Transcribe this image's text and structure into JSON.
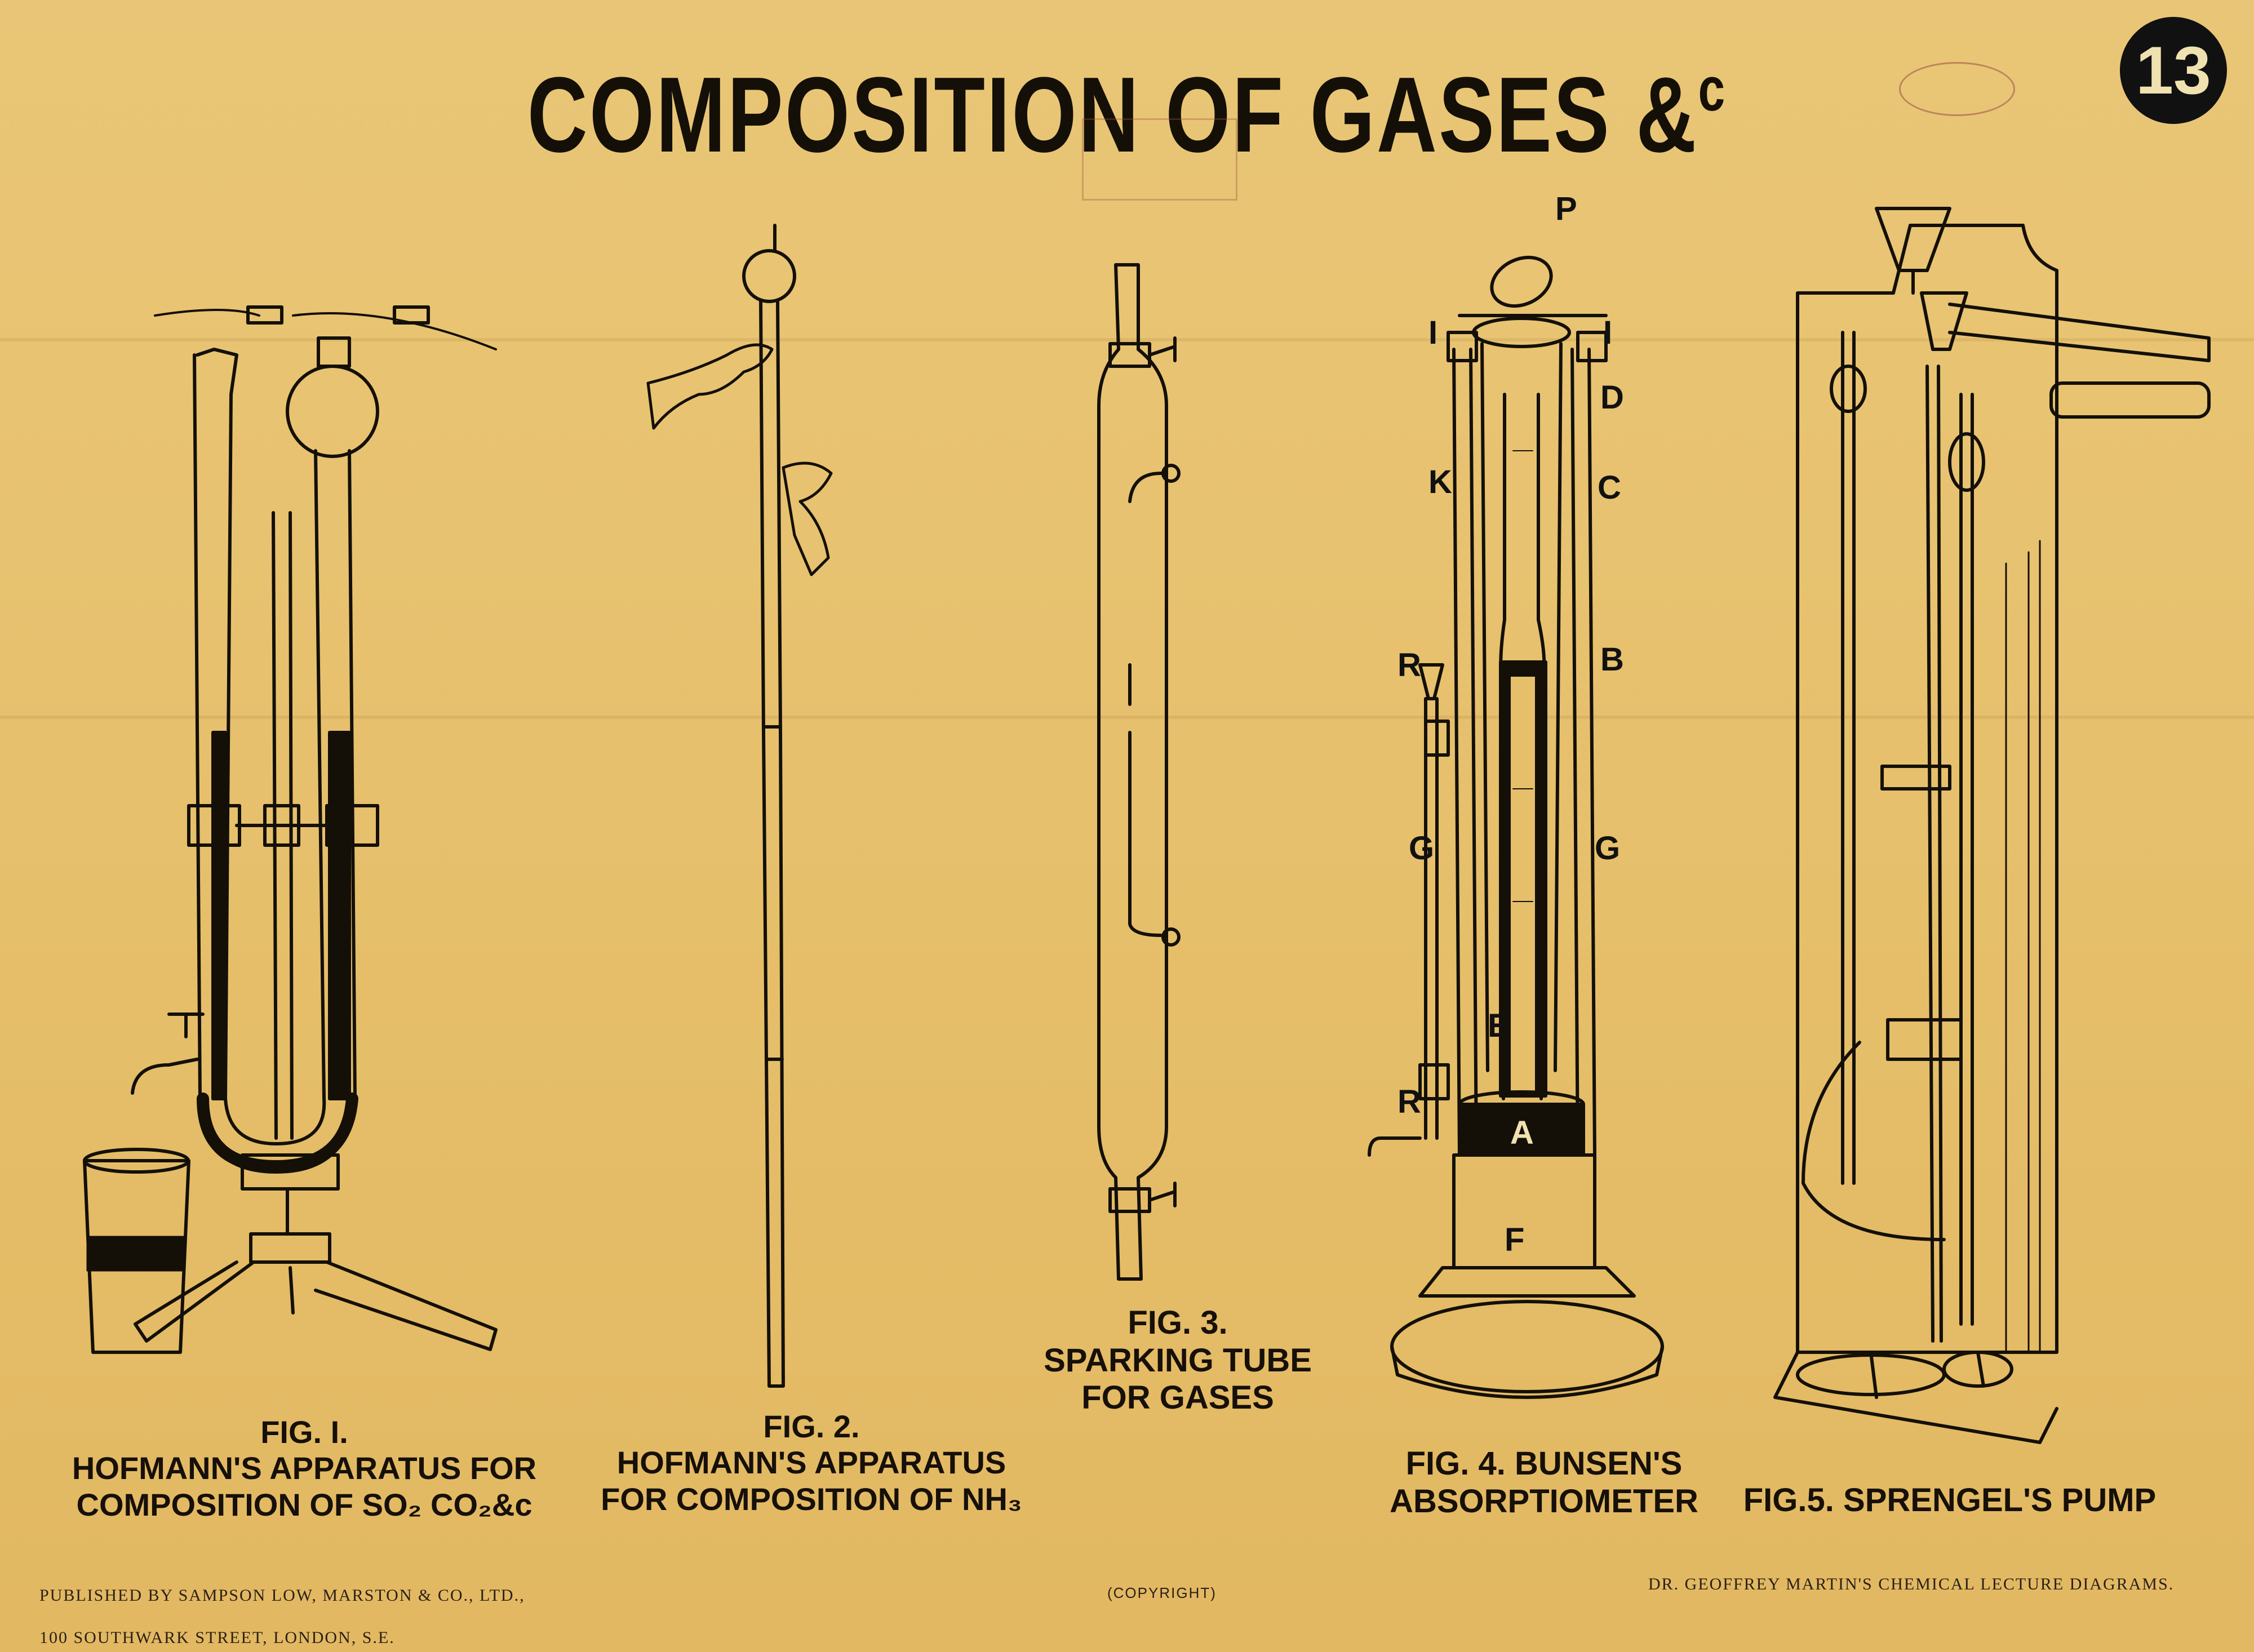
{
  "title": {
    "main": "COMPOSITION OF GASES &",
    "suffix": "c"
  },
  "plate_number": "13",
  "figures": [
    {
      "fig": "FIG. I.",
      "caption_line1": "HOFMANN'S APPARATUS FOR",
      "caption_line2": "COMPOSITION OF SO₂ CO₂&c"
    },
    {
      "fig": "FIG. 2.",
      "caption_line1": "HOFMANN'S APPARATUS",
      "caption_line2": "FOR COMPOSITION OF NH₃"
    },
    {
      "fig": "FIG. 3.",
      "caption_line1": "SPARKING TUBE",
      "caption_line2": "FOR GASES"
    },
    {
      "fig": "FIG. 4. BUNSEN'S",
      "caption_line1": "ABSORPTIOMETER",
      "caption_line2": ""
    },
    {
      "fig": "FIG.5. SPRENGEL'S PUMP",
      "caption_line1": "",
      "caption_line2": ""
    }
  ],
  "fig4_labels": [
    "P",
    "I",
    "I",
    "D",
    "K",
    "C",
    "R",
    "B",
    "G",
    "G",
    "E",
    "R",
    "A",
    "F"
  ],
  "footer": {
    "publisher_line1": "PUBLISHED BY SAMPSON LOW, MARSTON & CO., LTD.,",
    "publisher_line2": "100 SOUTHWARK STREET, LONDON, S.E.",
    "copyright": "(COPYRIGHT)",
    "series": "DR. GEOFFREY MARTIN'S CHEMICAL LECTURE DIAGRAMS."
  },
  "colors": {
    "paper": "#e8c070",
    "ink": "#141008",
    "stamp": "#9a5040"
  }
}
